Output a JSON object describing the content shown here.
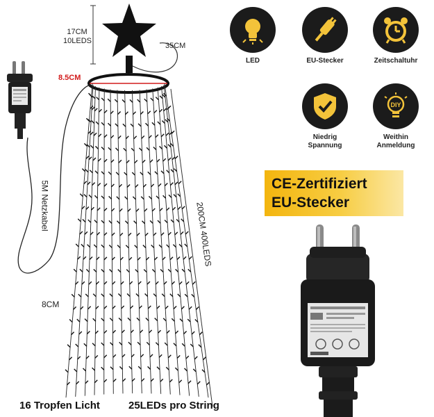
{
  "labels": {
    "star_height": "17CM",
    "star_leds": "10LEDS",
    "star_wire": "35CM",
    "ring_diameter": "8.5CM",
    "cable": "5M Netzkabel",
    "string_length": "200CM 400LEDS",
    "spacing": "8CM",
    "bottom_left": "16 Tropfen Licht",
    "bottom_right": "25LEDs pro String"
  },
  "features": [
    {
      "label": "LED",
      "icon": "bulb-icon"
    },
    {
      "label": "EU-Stecker",
      "icon": "plug-icon"
    },
    {
      "label": "Zeitschaltuhr",
      "icon": "alarm-clock-icon"
    },
    {
      "label": "Niedrig Spannung",
      "icon": "shield-check-icon"
    },
    {
      "label": "Weithin Anmeldung",
      "icon": "diy-bulb-icon"
    }
  ],
  "diy_text": "DIY",
  "banner": {
    "line1": "CE-Zertifiziert",
    "line2": "EU-Stecker"
  },
  "colors": {
    "accent": "#f3b50f",
    "icon_bg": "#1b1b1b",
    "ring_label": "#d21b1b"
  }
}
